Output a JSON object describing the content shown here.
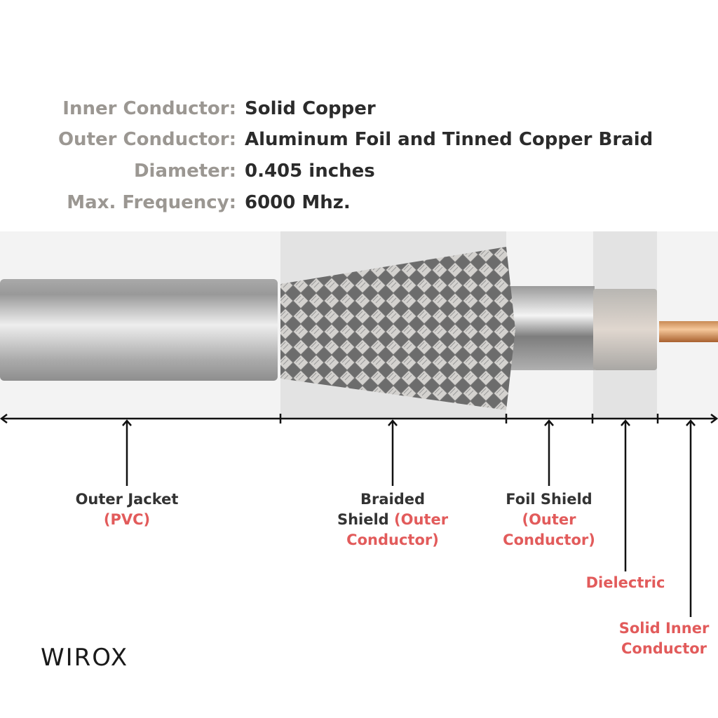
{
  "specs": [
    {
      "label": "Inner Conductor:",
      "value": "Solid Copper"
    },
    {
      "label": "Outer Conductor:",
      "value": "Aluminum Foil and Tinned Copper Braid"
    },
    {
      "label": "Diameter:",
      "value": "0.405 inches"
    },
    {
      "label": "Max. Frequency:",
      "value": "6000 Mhz."
    }
  ],
  "parts": {
    "jacket": {
      "name": "Outer Jacket",
      "detail": "(PVC)"
    },
    "braid": {
      "name1": "Braided",
      "name2": "Shield",
      "detail1": "(Outer",
      "detail2": "Conductor)"
    },
    "foil": {
      "name": "Foil Shield",
      "detail1": "(Outer",
      "detail2": "Conductor)"
    },
    "dielectric": {
      "name": "Dielectric"
    },
    "inner": {
      "name1": "Solid Inner",
      "name2": "Conductor"
    }
  },
  "brand": "WIROX",
  "colors": {
    "accent": "#e25b5b",
    "label": "#9b9792",
    "value": "#2b2b2b"
  }
}
